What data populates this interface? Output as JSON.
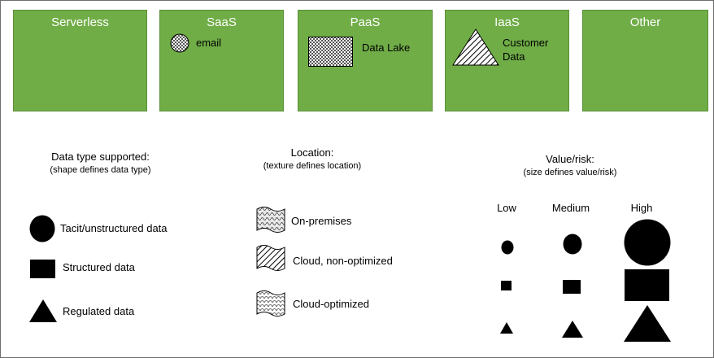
{
  "categories": [
    {
      "title": "Serverless",
      "item": ""
    },
    {
      "title": "SaaS",
      "item": "email"
    },
    {
      "title": "PaaS",
      "item": "Data Lake"
    },
    {
      "title": "IaaS",
      "item": "Customer Data"
    },
    {
      "title": "Other",
      "item": ""
    }
  ],
  "legend": {
    "data_type": {
      "title": "Data type supported:",
      "subtitle": "(shape defines data type)",
      "items": [
        "Tacit/unstructured data",
        "Structured data",
        "Regulated data"
      ]
    },
    "location": {
      "title": "Location:",
      "subtitle": "(texture defines location)",
      "items": [
        "On-premises",
        "Cloud, non-optimized",
        "Cloud-optimized"
      ]
    },
    "value_risk": {
      "title": "Value/risk:",
      "subtitle": "(size defines value/risk)",
      "levels": [
        "Low",
        "Medium",
        "High"
      ]
    }
  },
  "colors": {
    "box_fill": "#70ad47",
    "box_title": "#ffffff"
  }
}
